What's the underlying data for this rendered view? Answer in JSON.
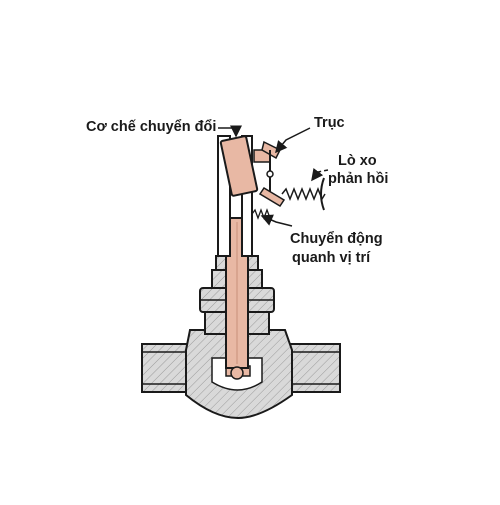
{
  "labels": {
    "switching_mechanism": "Cơ chế chuyển đổi",
    "shaft": "Trục",
    "return_spring_line1": "Lò xo",
    "return_spring_line2": "phản hồi",
    "position_motion_line1": "Chuyển động",
    "position_motion_line2": "quanh vị trí"
  },
  "colors": {
    "outline": "#1a1a1a",
    "body_fill": "#d9d9d9",
    "stem_fill": "#e8b8a4",
    "stem_dark": "#c98f7a",
    "background": "#ffffff"
  }
}
